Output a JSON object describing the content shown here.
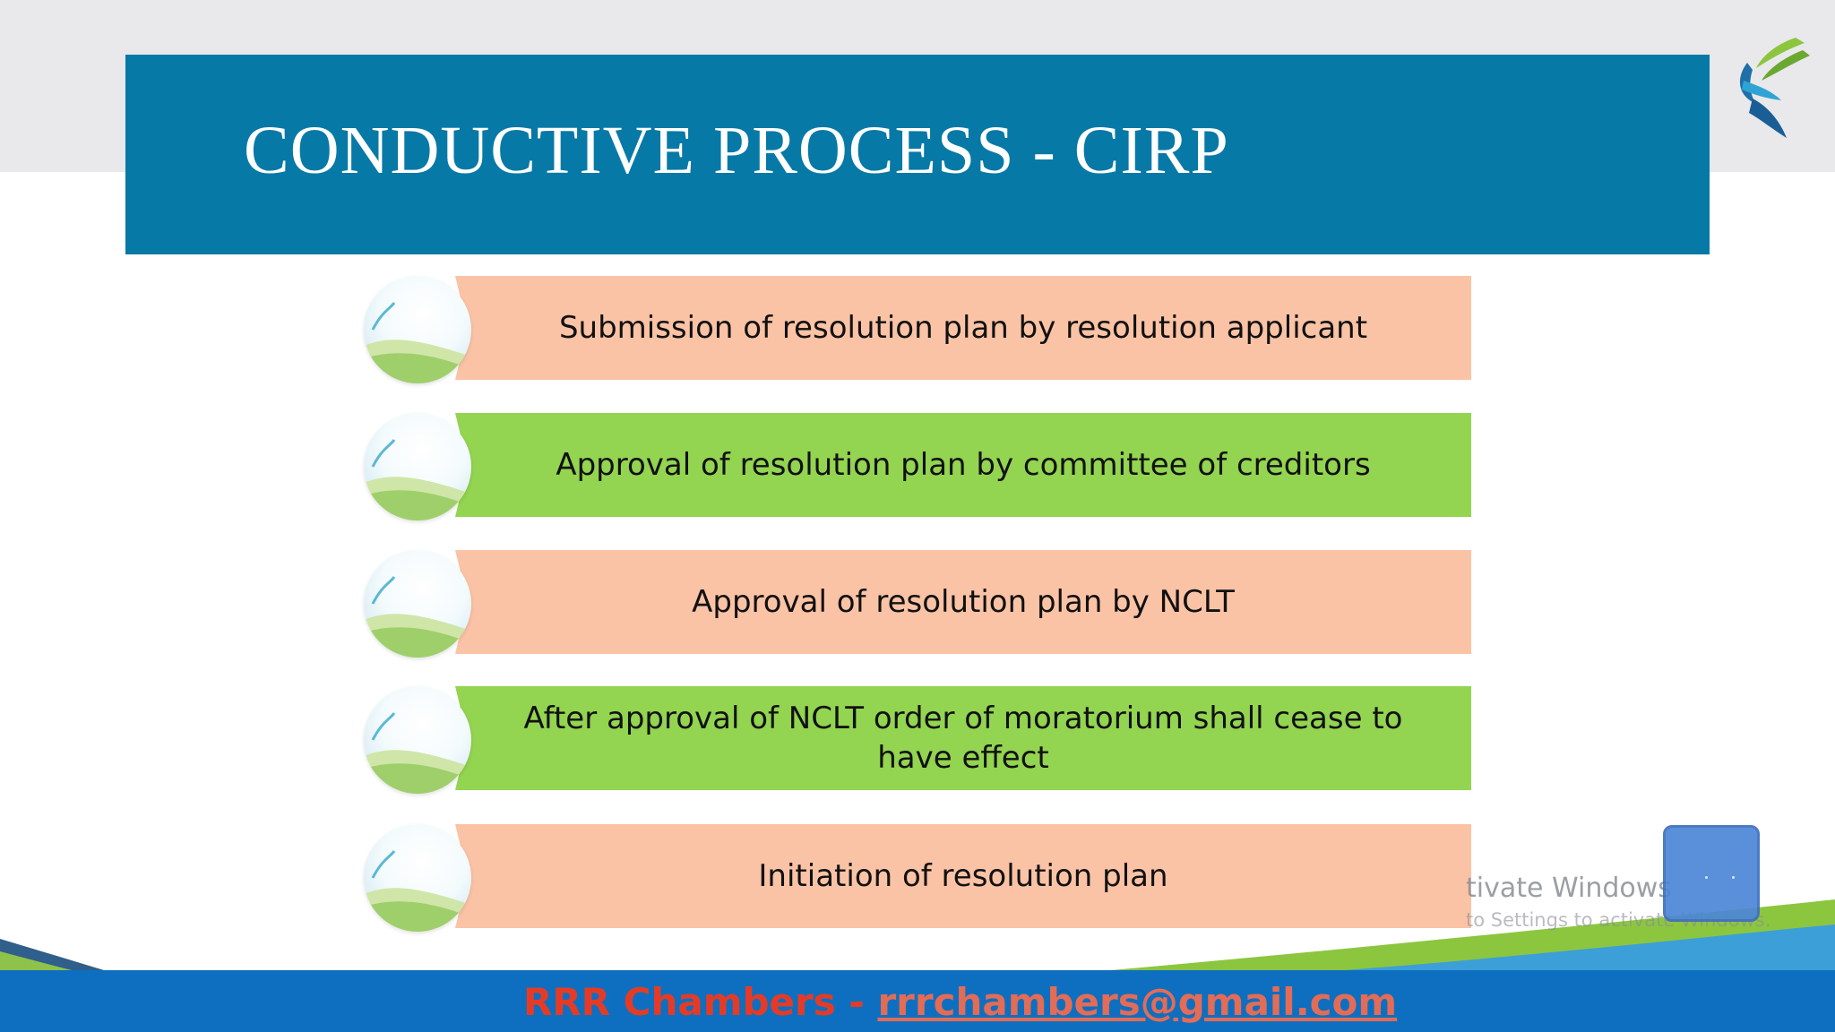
{
  "slide": {
    "title": "CONDUCTIVE PROCESS - CIRP",
    "steps": [
      {
        "label": "Submission of resolution plan by resolution applicant",
        "color": "#fbc3a5"
      },
      {
        "label": "Approval of resolution plan by committee of creditors",
        "color": "#93d450"
      },
      {
        "label": "Approval of resolution plan by NCLT",
        "color": "#fbc3a5"
      },
      {
        "label": "After approval of NCLT order of moratorium shall cease to have effect",
        "color": "#93d450"
      },
      {
        "label": "Initiation of resolution plan",
        "color": "#fbc3a5"
      }
    ]
  },
  "footer": {
    "name": "RRR Chambers",
    "separator": " - ",
    "email": "rrrchambers@gmail.com"
  },
  "watermark": {
    "line1": "tivate Windows",
    "line2": "to Settings to activate Windows."
  },
  "icons": {
    "logo": "bird-logo-icon",
    "step_circle": "landscape-circle-icon"
  },
  "colors": {
    "title_bar": "#0779a6",
    "footer_bar": "#0e6fc0",
    "footer_name": "#e53b26"
  }
}
